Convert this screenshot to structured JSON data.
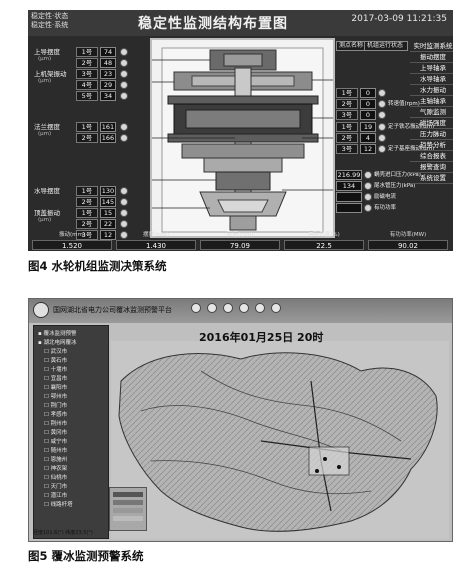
{
  "fig4": {
    "topleft_line1": "稳定性·状态",
    "topleft_line2": "稳定性·系统",
    "title": "稳定性监测结构布置图",
    "datetime": "2017-03-09 11:21:35",
    "left_sensors": [
      {
        "label": "上导摆度",
        "ch": "1号",
        "val": "74"
      },
      {
        "label": "",
        "ch": "2号",
        "val": "48"
      },
      {
        "label": "上机架振动",
        "ch": "3号",
        "val": "23"
      },
      {
        "label": "",
        "ch": "4号",
        "val": "29"
      },
      {
        "label": "",
        "ch": "5号",
        "val": "34"
      },
      {
        "label": "法兰摆度",
        "ch": "1号",
        "val": "161"
      },
      {
        "label": "",
        "ch": "2号",
        "val": "166"
      },
      {
        "label": "水导摆度",
        "ch": "1号",
        "val": "130"
      },
      {
        "label": "",
        "ch": "2号",
        "val": "145"
      },
      {
        "label": "顶盖振动",
        "ch": "1号",
        "val": "15"
      },
      {
        "label": "",
        "ch": "2号",
        "val": "22"
      },
      {
        "label": "",
        "ch": "3号",
        "val": "12"
      }
    ],
    "left_units": [
      "(μm)",
      "(μm)",
      "(μm)",
      "(μm)"
    ],
    "right_top_label": "测点名称",
    "right_top_value": "机组运行状态",
    "right_sensors": [
      {
        "ch": "1号",
        "val": "0",
        "label": ""
      },
      {
        "ch": "2号",
        "val": "0",
        "label": "转速值(rpm)"
      },
      {
        "ch": "3号",
        "val": "0",
        "label": ""
      },
      {
        "ch": "1号",
        "val": "19",
        "label": "定子铁芯振动(μm)"
      },
      {
        "ch": "2号",
        "val": "4",
        "label": ""
      },
      {
        "ch": "3号",
        "val": "12",
        "label": "定子基座振动(μm)"
      }
    ],
    "right_lower": [
      {
        "val": "216.99",
        "label": "蜗壳进口压力(kPa)"
      },
      {
        "val": "134",
        "label": "尾水管压力(kPa)"
      },
      {
        "val": "",
        "label": "励磁电流"
      },
      {
        "val": "",
        "label": "有功功率"
      }
    ],
    "menu": [
      "实时监测系统",
      "振动摆度",
      "上导轴承",
      "水导轴承",
      "水力振动",
      "主轴轴承",
      "气隙监测",
      "磁场强度",
      "压力脉动",
      "趋势分析",
      "综合报表",
      "报警查询",
      "系统设置"
    ],
    "bottom_headers": [
      "振动(mm)",
      "摆度(mm)",
      "转速(rpm)",
      "导叶开度(%)",
      "有功功率(MW)"
    ],
    "bottom_values": [
      "1.520",
      "1.430",
      "79.09",
      "22.5",
      "90.02"
    ]
  },
  "fig4_caption": "图4 水轮机组监测决策系统",
  "fig5": {
    "app_title": "国网湖北省电力公司覆冰监测预警平台",
    "date": "2016年01月25日 20时",
    "panel_items": [
      "覆冰监测预警",
      "湖北电网覆冰",
      "武汉市",
      "黄石市",
      "十堰市",
      "宜昌市",
      "襄阳市",
      "鄂州市",
      "荆门市",
      "孝感市",
      "荆州市",
      "黄冈市",
      "咸宁市",
      "随州市",
      "恩施州",
      "神农架",
      "仙桃市",
      "天门市",
      "潜江市",
      "线路杆塔"
    ],
    "legend_text": "经度101.6(°) 纬度23.5(°)"
  },
  "fig5_caption": "图5 覆冰监测预警系统",
  "colors": {
    "dark_bg": "#2b2b2b",
    "diagram_bg": "#f2f2f2",
    "map_bg": "#bcbcbc"
  }
}
